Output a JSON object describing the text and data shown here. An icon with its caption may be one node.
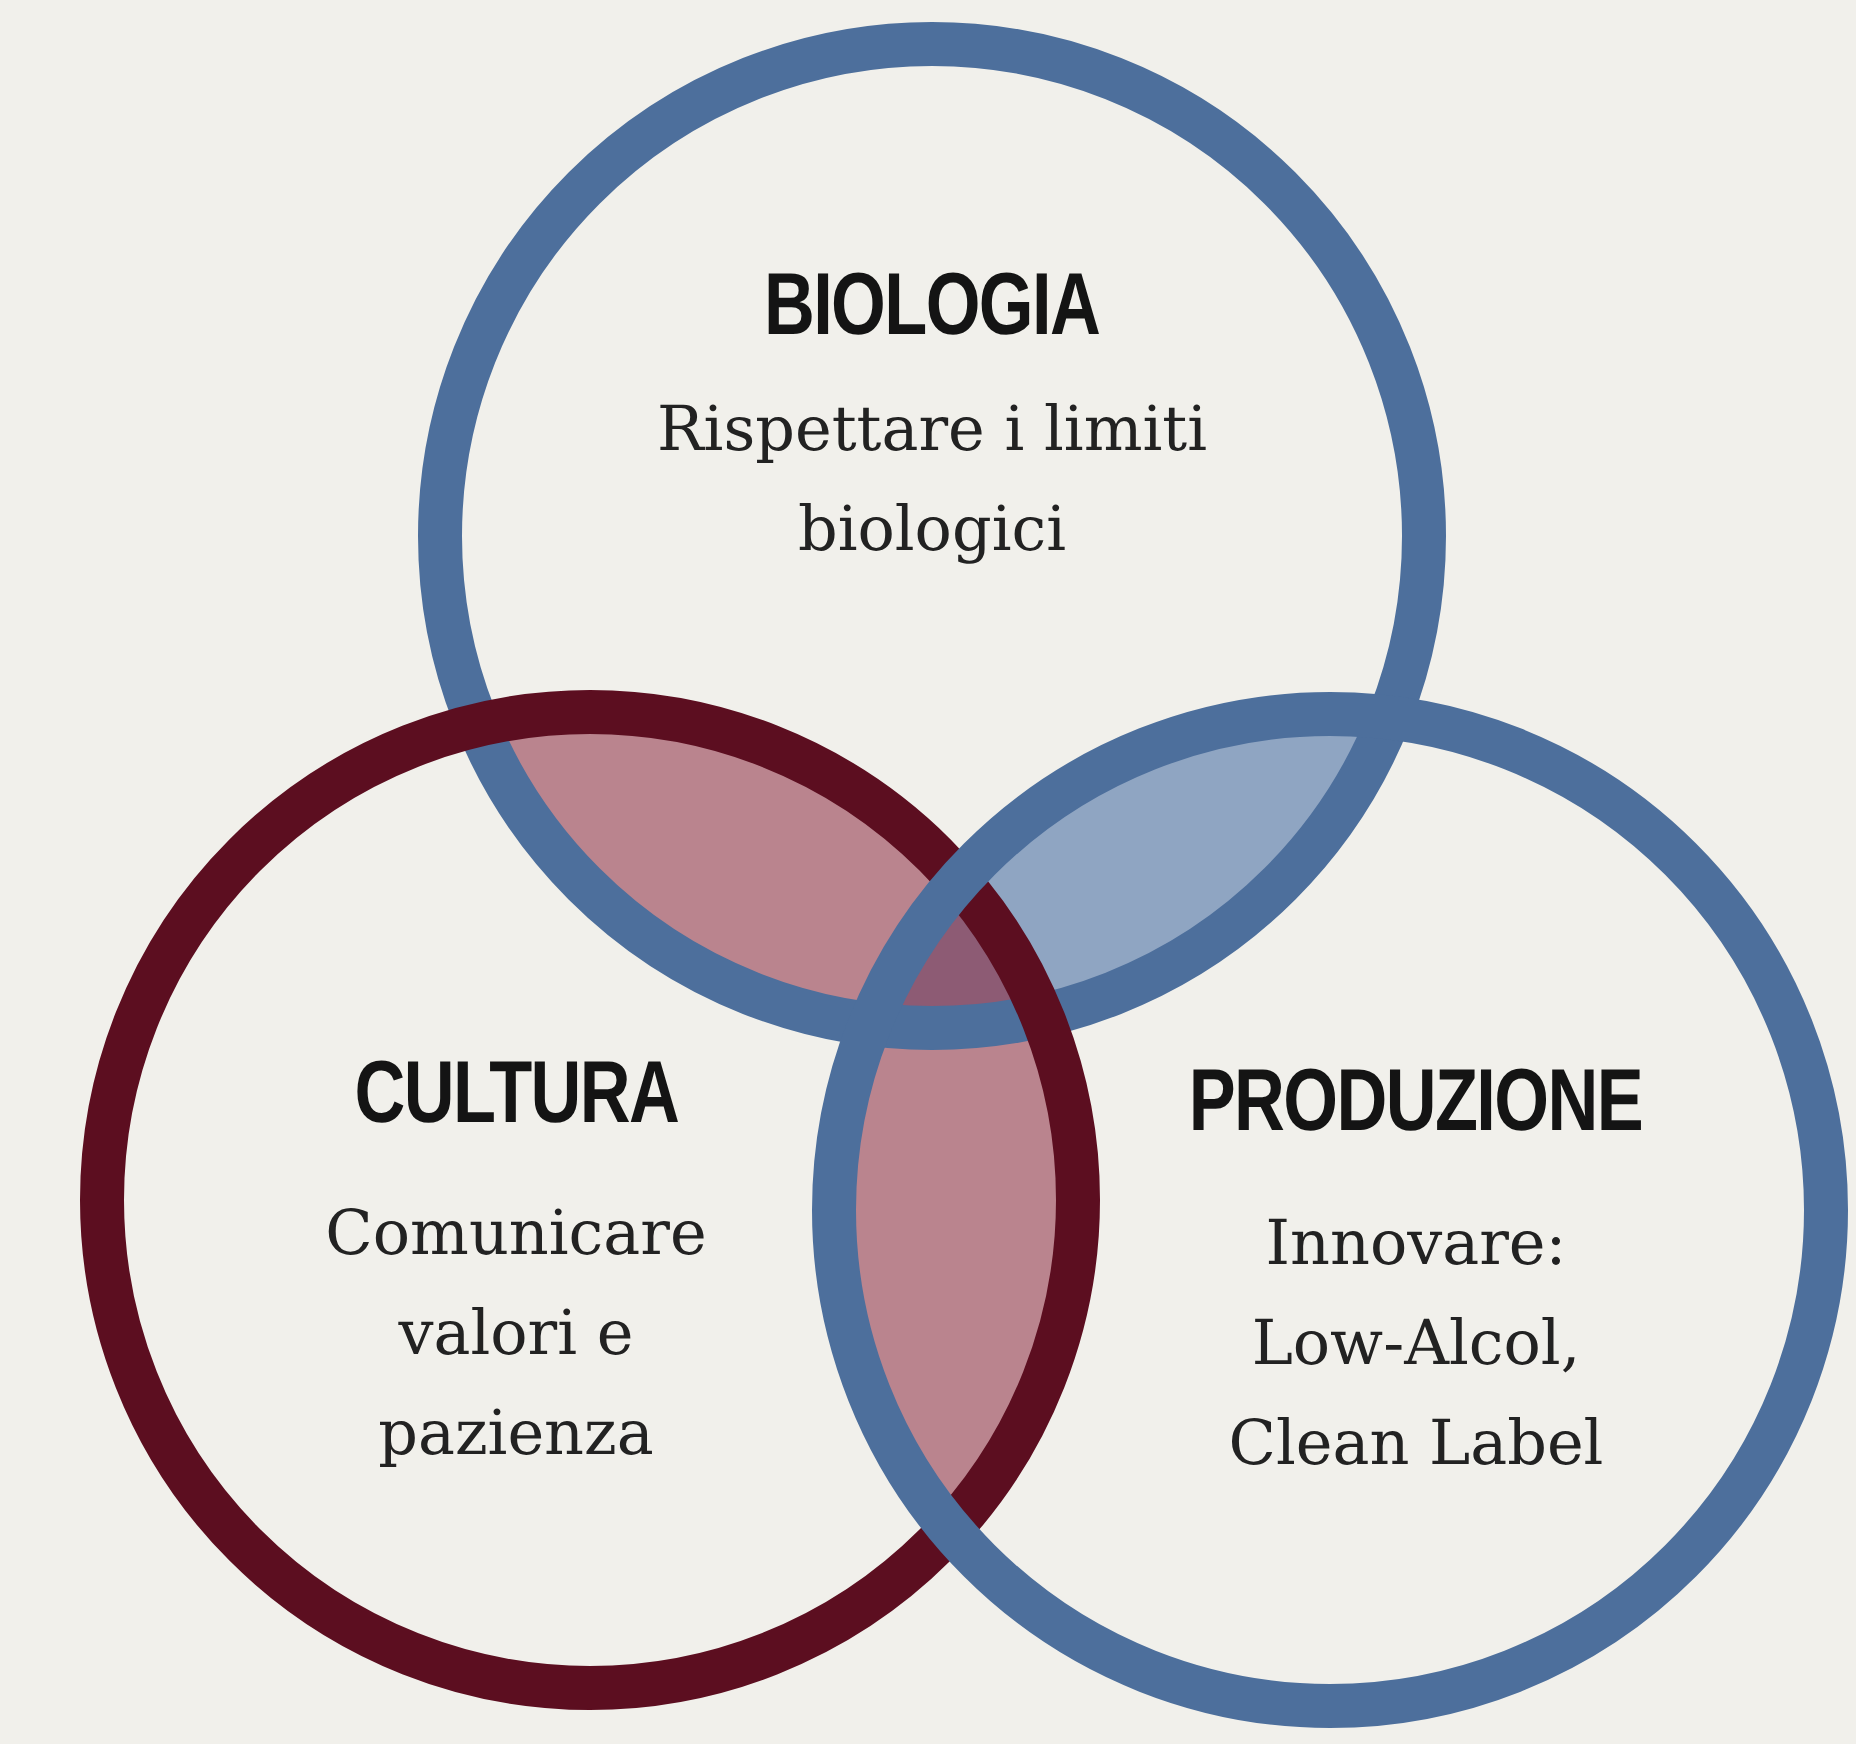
{
  "diagram": {
    "nodes": [
      {
        "text": [
          "BIOLOGIA",
          "Rispettare i limiti biologici"
        ]
      },
      {
        "text": [
          "CULTURA",
          "Comunicare valori e pazienza"
        ]
      },
      {
        "text": [
          "PRODUZIONE",
          "Innovare: Low-Alcol, Clean Label"
        ]
      }
    ]
  }
}
